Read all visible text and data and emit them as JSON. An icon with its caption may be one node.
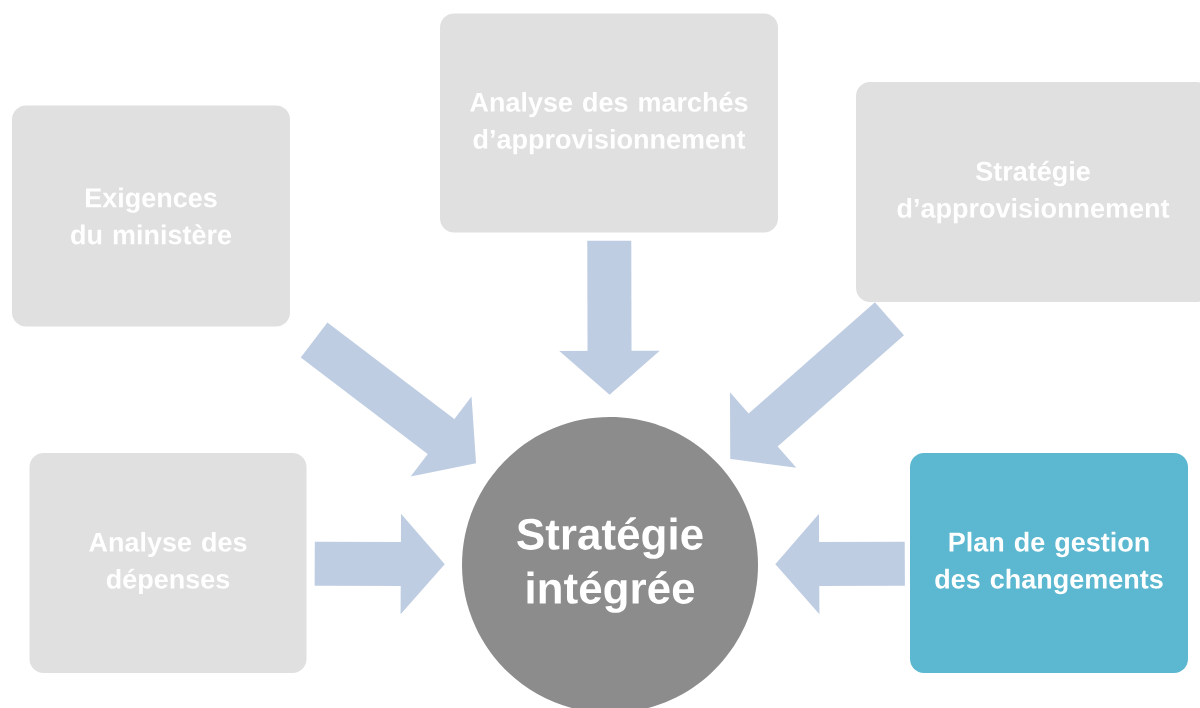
{
  "diagram": {
    "nodes": [
      {
        "text": [
          "Exigences du ministère"
        ]
      },
      {
        "text": [
          "Analyse des marchés d’approvisionnement"
        ]
      },
      {
        "text": [
          "Stratégie d’approvisionnement"
        ]
      },
      {
        "text": [
          "Analyse des dépenses"
        ]
      },
      {
        "text": [
          "Stratégie intégrée"
        ]
      },
      {
        "text": [
          "Plan de gestion des changements"
        ]
      }
    ],
    "edges": [
      {
        "from": 0,
        "to": 4,
        "arrow": "to"
      },
      {
        "from": 1,
        "to": 4,
        "arrow": "to"
      },
      {
        "from": 2,
        "to": 4,
        "arrow": "to"
      },
      {
        "from": 3,
        "to": 4,
        "arrow": "to"
      },
      {
        "from": 5,
        "to": 4,
        "arrow": "to"
      }
    ]
  }
}
